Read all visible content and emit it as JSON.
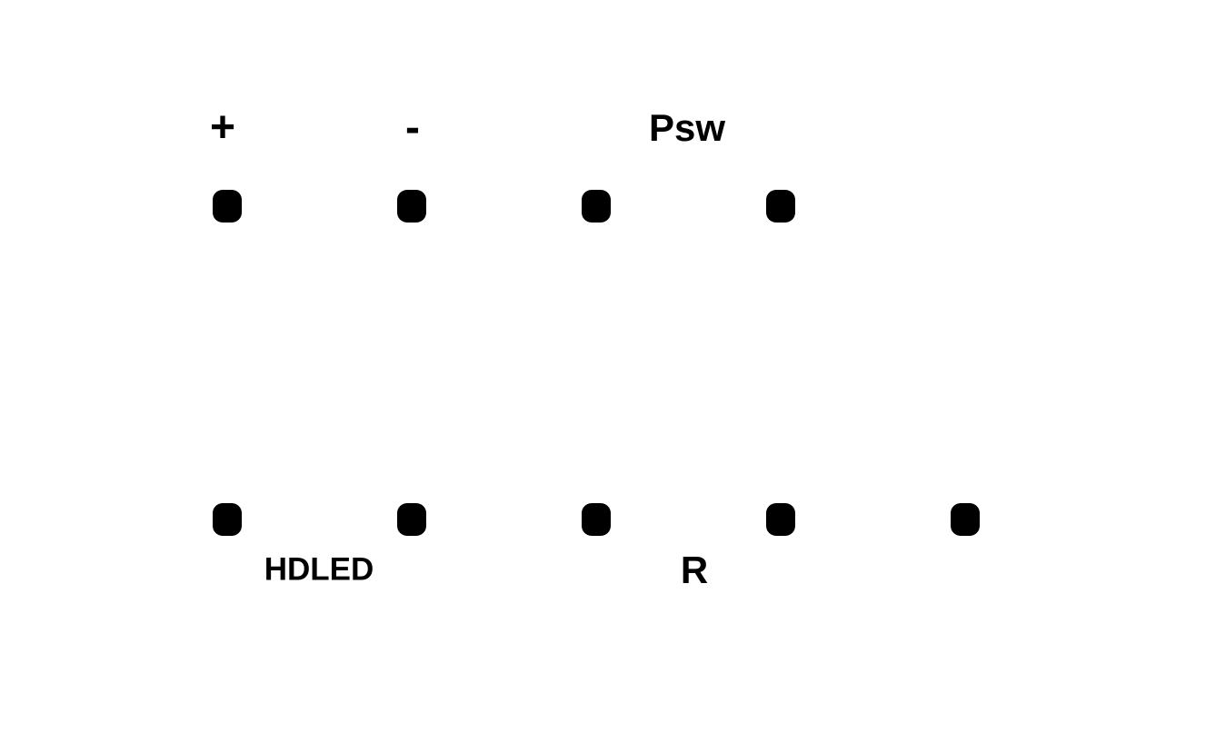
{
  "labels": {
    "plus": "+",
    "minus": "-",
    "psw": "Psw",
    "hdled": "HDLED",
    "r": "R"
  },
  "pin_color": "#000000"
}
